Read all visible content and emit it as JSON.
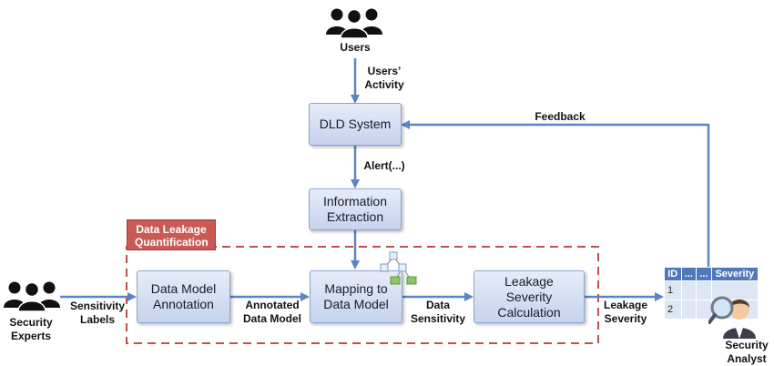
{
  "nodes": {
    "users": "Users",
    "dld_system": "DLD System",
    "information_extraction": "Information\nExtraction",
    "data_model_annotation": "Data Model\nAnnotation",
    "mapping_to_data_model": "Mapping to\nData Model",
    "leakage_severity_calculation": "Leakage\nSeverity\nCalculation",
    "security_experts": "Security\nExperts",
    "security_analyst": "Security\nAnalyst"
  },
  "edges": {
    "users_activity": "Users’\nActivity",
    "alert": "Alert(...)",
    "feedback": "Feedback",
    "sensitivity_labels": "Sensitivity\nLabels",
    "annotated_data_model": "Annotated\nData Model",
    "data_sensitivity": "Data\nSensitivity",
    "leakage_severity": "Leakage\nSeverity"
  },
  "group": {
    "label": "Data Leakage\nQuantification"
  },
  "table": {
    "headers": [
      "ID",
      "...",
      "...",
      "Severity"
    ],
    "rows": [
      [
        "1",
        "",
        "",
        ""
      ],
      [
        "2",
        "",
        "",
        ""
      ]
    ]
  },
  "colors": {
    "arrow": "#5b84c4",
    "dashed_border": "#c0504d",
    "box_fill": "#d6dff2"
  }
}
